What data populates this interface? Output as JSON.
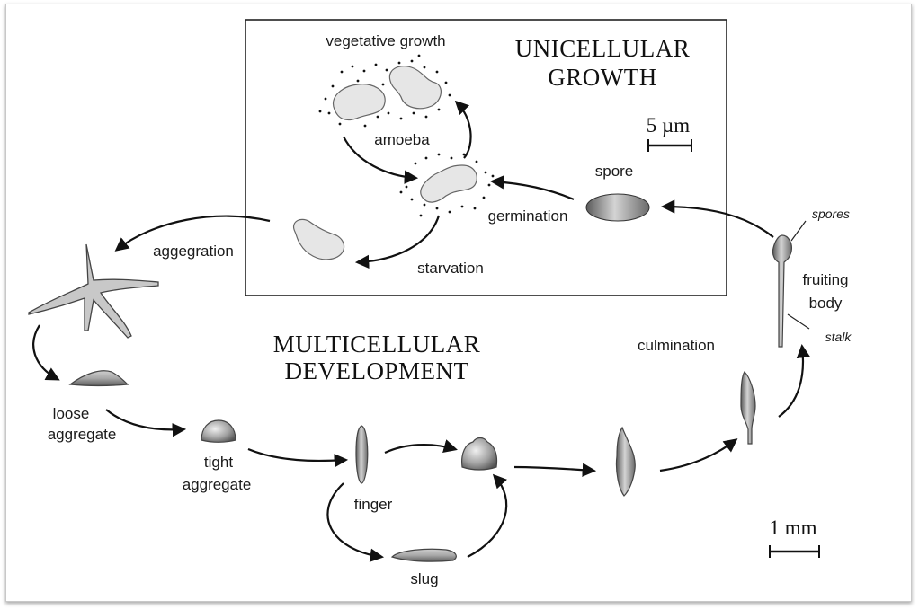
{
  "unicellular": {
    "title_line1": "UNICELLULAR",
    "title_line2": "GROWTH",
    "vegetative_growth": "vegetative growth",
    "amoeba": "amoeba",
    "spore": "spore",
    "germination": "germination",
    "starvation": "starvation",
    "scale_label": "5 µm"
  },
  "multicellular": {
    "title_line1": "MULTICELLULAR",
    "title_line2": "DEVELOPMENT",
    "aggregation": "aggegration",
    "loose_line1": "loose",
    "loose_line2": "aggregate",
    "tight_line1": "tight",
    "tight_line2": "aggregate",
    "finger": "finger",
    "slug": "slug",
    "culmination": "culmination",
    "fruiting_line1": "fruiting",
    "fruiting_line2": "body",
    "spores": "spores",
    "stalk": "stalk",
    "scale_label": "1 mm"
  }
}
